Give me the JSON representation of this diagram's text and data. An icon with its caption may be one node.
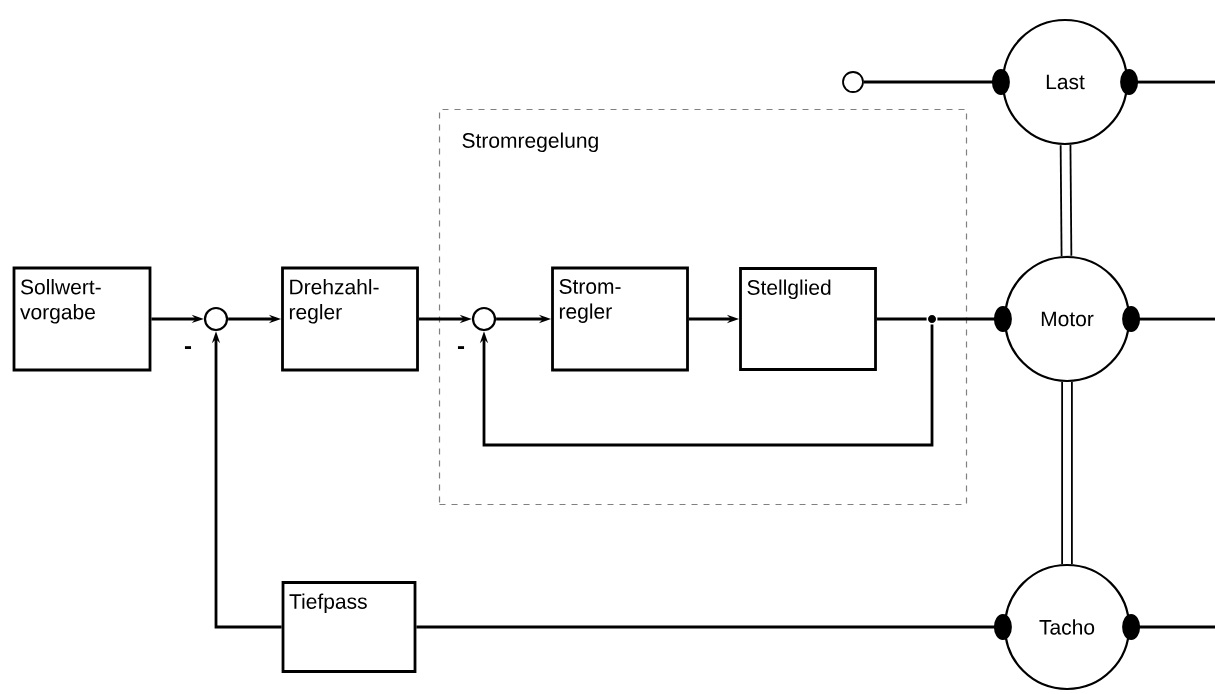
{
  "diagram": {
    "nodes": [
      {
        "text": [
          "Sollwert- vorgabe"
        ]
      },
      {
        "text": [],
        "shape": "circle"
      },
      {
        "text": [
          "Drehzahl- regler"
        ]
      },
      {
        "text": [
          "Stromregelung"
        ]
      },
      {
        "text": [],
        "shape": "circle",
        "in": 3
      },
      {
        "text": [
          "Strom- regler"
        ],
        "in": 3
      },
      {
        "text": [
          "Stellglied"
        ],
        "in": 3
      },
      {
        "text": [],
        "shape": "dot",
        "in": 3
      },
      {
        "text": [],
        "shape": "circle"
      },
      {
        "text": [
          "Last"
        ]
      },
      {
        "text": [
          "Motor"
        ]
      },
      {
        "text": [
          "Tacho"
        ]
      },
      {
        "text": [
          "Tiefpass"
        ]
      }
    ],
    "edges": [
      {
        "from": 0,
        "to": 1,
        "arrow": "to"
      },
      {
        "from": 1,
        "to": 2,
        "arrow": "to"
      },
      {
        "from": 2,
        "to": 4,
        "arrow": "to"
      },
      {
        "from": 4,
        "to": 5,
        "arrow": "to"
      },
      {
        "from": 5,
        "to": 6,
        "arrow": "to"
      },
      {
        "from": 6,
        "to": 7,
        "arrow": "none"
      },
      {
        "from": 7,
        "to": 10,
        "arrow": "other"
      },
      {
        "from": 7,
        "to": 4,
        "arrow": "to"
      },
      {
        "from": 8,
        "to": 9,
        "arrow": "other"
      },
      {
        "from": 9,
        "to": null,
        "arrow": "other"
      },
      {
        "from": 9,
        "to": 10,
        "arrow": "none",
        "style": "thick"
      },
      {
        "from": 10,
        "to": null,
        "arrow": "other"
      },
      {
        "from": 10,
        "to": 11,
        "arrow": "none",
        "style": "thick"
      },
      {
        "from": 11,
        "to": null,
        "arrow": "other"
      },
      {
        "from": 11,
        "to": 12,
        "arrow": "other"
      },
      {
        "from": 12,
        "to": 1,
        "arrow": "to"
      }
    ],
    "labels": [
      "-",
      "-"
    ]
  }
}
